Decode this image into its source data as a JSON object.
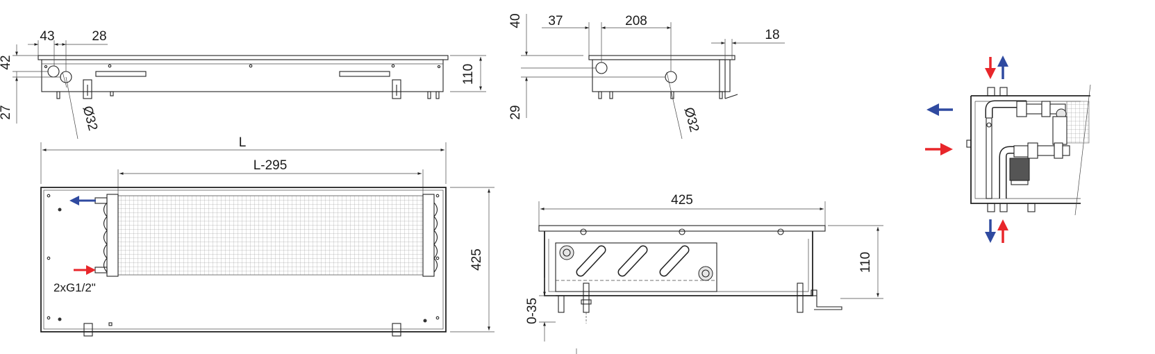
{
  "dimensions": {
    "top_view": {
      "d43": "43",
      "d28": "28",
      "d42": "42",
      "d27": "27",
      "d110": "110",
      "pipe_diameter": "Ø32"
    },
    "side_view": {
      "d37": "37",
      "d208": "208",
      "d40": "40",
      "d18": "18",
      "d29": "29",
      "pipe_diameter": "Ø32"
    },
    "plan_view": {
      "length": "L",
      "core_length": "L-295",
      "width": "425",
      "connection": "2xG1/2\""
    },
    "section_view": {
      "width": "425",
      "height": "110",
      "adjust": "0-35"
    }
  },
  "colors": {
    "flow_in": "#e8262a",
    "flow_out": "#2f4aa0",
    "line": "#222222"
  },
  "icons": {
    "supply": "arrow-right-icon",
    "return": "arrow-left-icon",
    "up": "arrow-up-icon",
    "down": "arrow-down-icon"
  }
}
